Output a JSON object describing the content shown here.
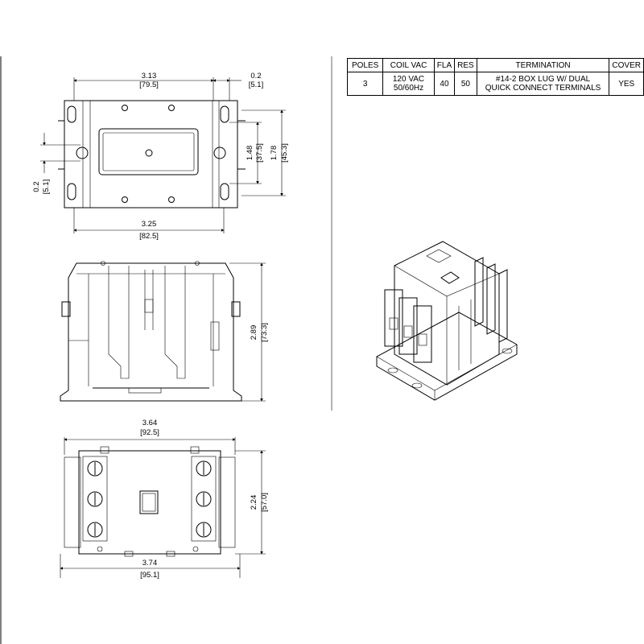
{
  "spec_table": {
    "headers": [
      "POLES",
      "COIL VAC",
      "FLA",
      "RES",
      "TERMINATION",
      "COVER"
    ],
    "row": {
      "poles": "3",
      "coil_vac_line1": "120 VAC",
      "coil_vac_line2": "50/60Hz",
      "fla": "40",
      "res": "50",
      "termination_line1": "#14-2 BOX LUG W/ DUAL",
      "termination_line2": "QUICK CONNECT TERMINALS",
      "cover": "YES"
    }
  },
  "dimensions": {
    "top_width": {
      "in": "3.13",
      "mm": "[79.5]"
    },
    "top_offset": {
      "in": "0.2",
      "mm": "[5.1]"
    },
    "left_offset": {
      "in": "0.2",
      "mm": "[5.1]"
    },
    "hole_spacing": {
      "in": "1.48",
      "mm": "[37.5]"
    },
    "overall_height": {
      "in": "1.78",
      "mm": "[45.3]"
    },
    "base_width": {
      "in": "3.25",
      "mm": "[82.5]"
    },
    "side_height": {
      "in": "2.89",
      "mm": "[73.3]"
    },
    "bottom_width_top": {
      "in": "3.64",
      "mm": "[92.5]"
    },
    "bottom_depth": {
      "in": "2.24",
      "mm": "[57.0]"
    },
    "bottom_width_overall": {
      "in": "3.74",
      "mm": "[95.1]"
    }
  }
}
